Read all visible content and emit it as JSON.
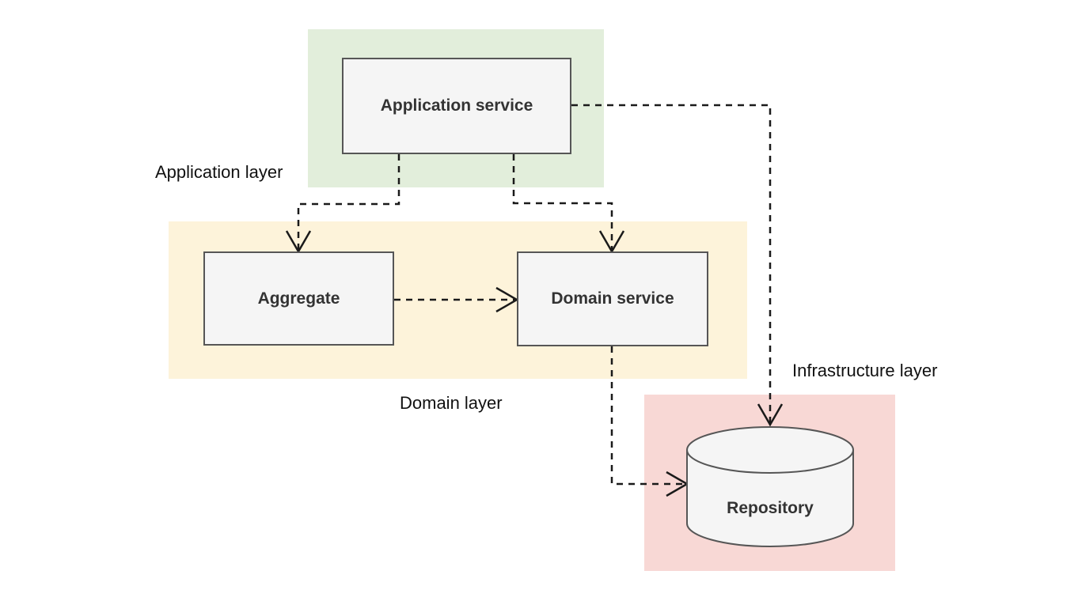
{
  "diagram": {
    "type": "layered-architecture",
    "layers": [
      {
        "id": "application",
        "label": "Application layer",
        "color": "#e2eedb"
      },
      {
        "id": "domain",
        "label": "Domain layer",
        "color": "#fdf3da"
      },
      {
        "id": "infrastructure",
        "label": "Infrastructure layer",
        "color": "#f8d8d5"
      }
    ],
    "nodes": [
      {
        "id": "application-service",
        "label": "Application service",
        "shape": "rectangle",
        "layer": "application"
      },
      {
        "id": "aggregate",
        "label": "Aggregate",
        "shape": "rectangle",
        "layer": "domain"
      },
      {
        "id": "domain-service",
        "label": "Domain service",
        "shape": "rectangle",
        "layer": "domain"
      },
      {
        "id": "repository",
        "label": "Repository",
        "shape": "cylinder",
        "layer": "infrastructure"
      }
    ],
    "edges": [
      {
        "from": "application-service",
        "to": "aggregate",
        "style": "dashed",
        "arrowhead": "open"
      },
      {
        "from": "application-service",
        "to": "domain-service",
        "style": "dashed",
        "arrowhead": "open"
      },
      {
        "from": "application-service",
        "to": "repository",
        "style": "dashed",
        "arrowhead": "open"
      },
      {
        "from": "aggregate",
        "to": "domain-service",
        "style": "dashed",
        "arrowhead": "open"
      },
      {
        "from": "domain-service",
        "to": "repository",
        "style": "dashed",
        "arrowhead": "open"
      }
    ],
    "colors": {
      "background": "#ffffff",
      "node_fill": "#f5f5f5",
      "node_border": "#565656",
      "node_text": "#333333",
      "layer_label_text": "#111111",
      "connector": "#1a1a1a"
    }
  }
}
